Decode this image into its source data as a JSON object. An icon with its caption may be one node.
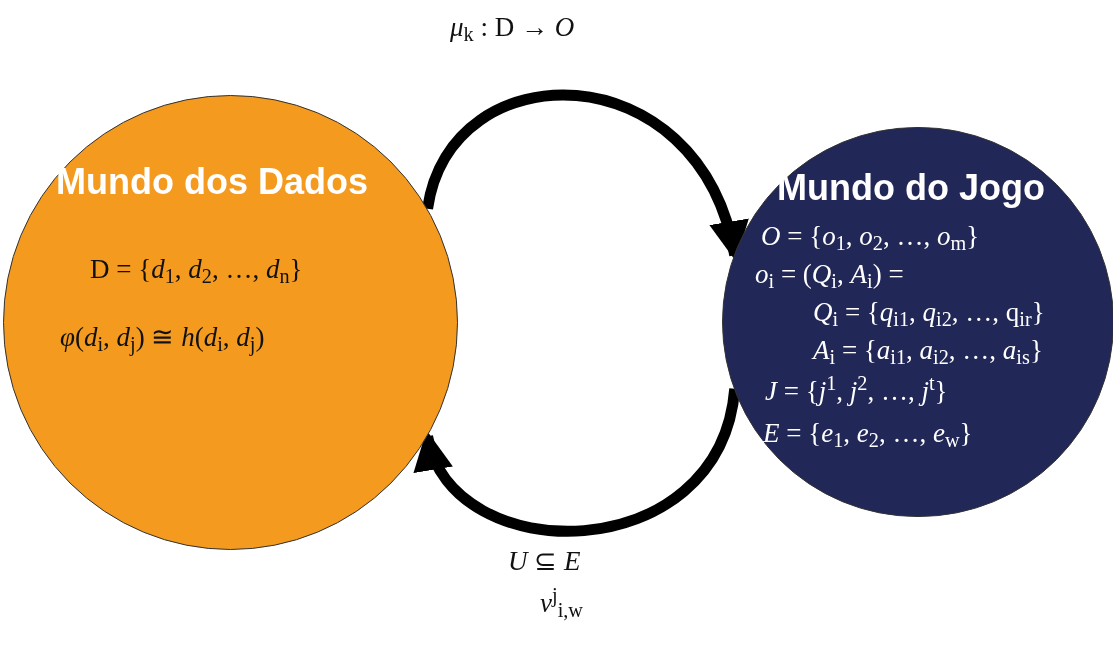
{
  "diagram": {
    "nodes": [
      {
        "text": [
          "Mundo dos Dados",
          "D = {*d*$_{1}$, *d*$_{2}$, …, *d*$_{n}$}",
          "*φ*(*d*$_{i}$, *d*$_{j}$) ≅ *h*(*d*$_{i}$, *d*$_{j}$)"
        ]
      },
      {
        "text": [
          "Mundo do Jogo",
          "*O* = {*o*$_{1}$, *o*$_{2}$, …, *o*$_{m}$}",
          "*o*$_{i}$ = (*Q*$_{i}$, *A*$_{i}$) =",
          "*Q*$_{i}$ = {*q*$_{i1}$, *q*$_{i2}$, …, q$_{ir}$}",
          "*A*$_{i}$ = {*a*$_{i1}$, *a*$_{i2}$, …, *a*$_{is}$}",
          "*J* = {*j*$^{1}$, *j*$^{2}$, …, *j*$^{t}$}",
          "*E* = {*e*$_{1}$, *e*$_{2}$, …, *e*$_{w}$}"
        ]
      }
    ],
    "edges": [
      {
        "from": 0,
        "to": 1,
        "arrow": "to",
        "label": "*μ*$_{k}$ : D → *O*"
      },
      {
        "from": 1,
        "to": 0,
        "arrow": "to",
        "label": "*U* ⊆ *E*"
      }
    ],
    "labels": [
      "*v*$^{j}$$_{i,w}$"
    ]
  }
}
